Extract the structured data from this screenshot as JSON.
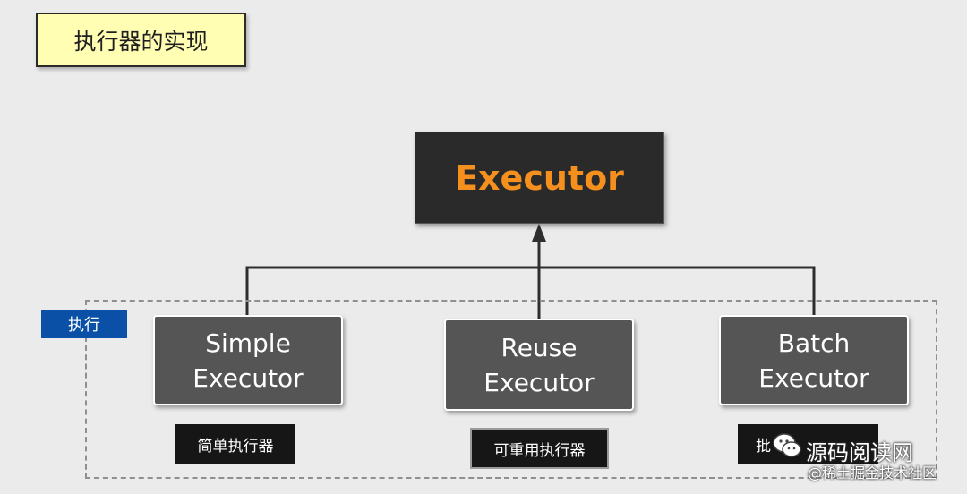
{
  "title": "执行器的实现",
  "root": {
    "label": "Executor",
    "text_color": "#f5901e"
  },
  "group": {
    "label": "执行",
    "label_color": "#0a50a6"
  },
  "executors": [
    {
      "line1": "Simple",
      "line2": "Executor",
      "cn": "简单执行器"
    },
    {
      "line1": "Reuse",
      "line2": "Executor",
      "cn": "可重用执行器"
    },
    {
      "line1": "Batch",
      "line2": "Executor",
      "cn": "批"
    }
  ],
  "watermark": {
    "text": "源码阅读网",
    "sub": "@稀土掘金技术社区",
    "icon": "wechat-icon"
  },
  "colors": {
    "background": "#ebebeb",
    "box": "#555555",
    "dark": "#2a2a2a"
  }
}
